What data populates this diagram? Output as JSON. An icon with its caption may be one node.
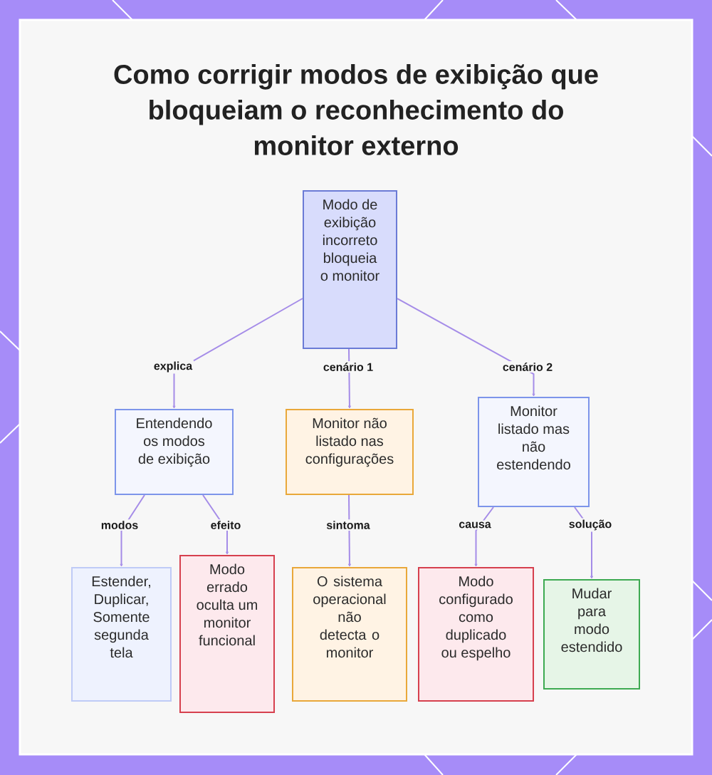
{
  "diagram": {
    "title": "Como corrigir modos de exibição que bloqueiam o reconhecimento do monitor externo",
    "nodes": [
      {
        "text": [
          "Modo de exibição incorreto bloqueia o monitor"
        ]
      },
      {
        "text": [
          "Entendendo os modos de exibição"
        ]
      },
      {
        "text": [
          "Monitor não listado nas configurações"
        ]
      },
      {
        "text": [
          "Monitor listado mas não estendendo"
        ]
      },
      {
        "text": [
          "Estender, Duplicar, Somente segunda tela"
        ]
      },
      {
        "text": [
          "Modo errado oculta um monitor funcional"
        ]
      },
      {
        "text": [
          "O sistema operacional não detecta o monitor"
        ]
      },
      {
        "text": [
          "Modo configurado como duplicado ou espelho"
        ]
      },
      {
        "text": [
          "Mudar para modo estendido"
        ]
      }
    ],
    "edges": [
      {
        "from": 0,
        "to": 1,
        "arrow": "to",
        "label": "explica"
      },
      {
        "from": 0,
        "to": 2,
        "arrow": "to",
        "label": "cenário 1"
      },
      {
        "from": 0,
        "to": 3,
        "arrow": "to",
        "label": "cenário 2"
      },
      {
        "from": 1,
        "to": 4,
        "arrow": "to",
        "label": "modos"
      },
      {
        "from": 1,
        "to": 5,
        "arrow": "to",
        "label": "efeito"
      },
      {
        "from": 2,
        "to": 6,
        "arrow": "to",
        "label": "sintoma"
      },
      {
        "from": 3,
        "to": 7,
        "arrow": "to",
        "label": "causa"
      },
      {
        "from": 3,
        "to": 8,
        "arrow": "to",
        "label": "solução"
      }
    ]
  }
}
